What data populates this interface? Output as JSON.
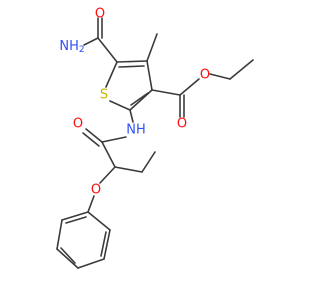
{
  "colors": {
    "bond": "#3b3b3b",
    "O": "#ff0d0d",
    "N": "#3050f8",
    "S": "#c8b400",
    "background": "#ffffff"
  },
  "atoms": {
    "amide_N": "NH",
    "amide_N_sub": "2",
    "amide_O": "O",
    "ring_S": "S",
    "ester_O_carbonyl": "O",
    "ester_O_ether": "O",
    "nh_link": "NH",
    "acyl_O": "O",
    "phenoxy_O": "O"
  }
}
